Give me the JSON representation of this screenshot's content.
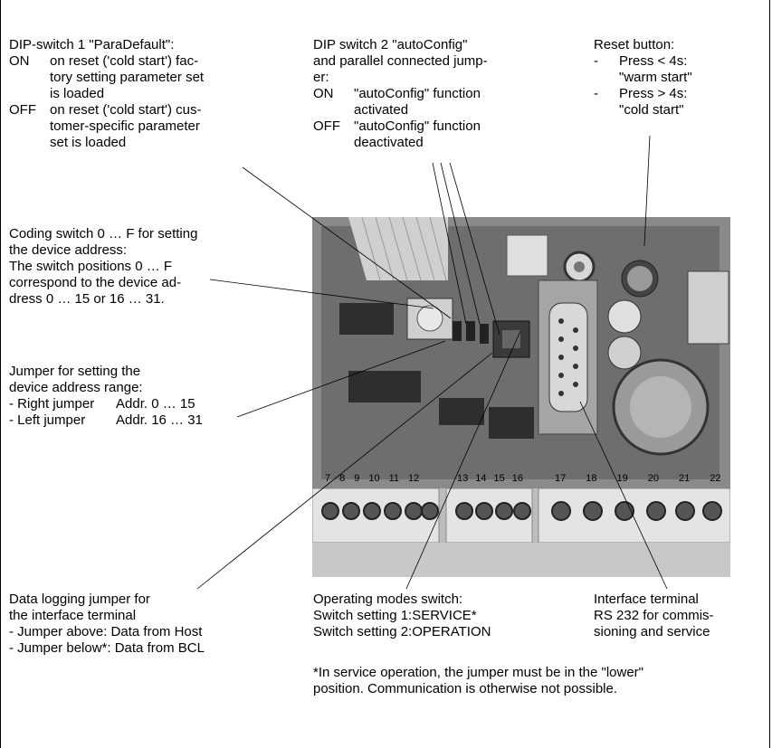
{
  "dip1": {
    "title": "DIP-switch 1 \"ParaDefault\":",
    "on_key": "ON",
    "on_lines": [
      "on reset ('cold start') fac-",
      "tory setting parameter set",
      "is loaded"
    ],
    "off_key": "OFF",
    "off_lines": [
      "on reset ('cold start') cus-",
      "tomer-specific parameter",
      "set is loaded"
    ]
  },
  "dip2": {
    "title_lines": [
      "DIP switch 2 \"autoConfig\"",
      "and parallel connected jump-",
      "er:"
    ],
    "on_key": "ON",
    "on_lines": [
      "\"autoConfig\" function",
      "activated"
    ],
    "off_key": "OFF",
    "off_lines": [
      "\"autoConfig\" function",
      "deactivated"
    ]
  },
  "reset": {
    "title": "Reset button:",
    "items": [
      {
        "dash": "-",
        "line1": "Press < 4s:",
        "line2": "\"warm start\""
      },
      {
        "dash": "-",
        "line1": "Press > 4s:",
        "line2": "\"cold start\""
      }
    ]
  },
  "coding": {
    "lines": [
      "Coding switch 0 … F for setting",
      "the device address:",
      "The switch positions 0 … F",
      "correspond to the device ad-",
      "dress 0 … 15 or 16 … 31."
    ]
  },
  "jumper_range": {
    "lines": [
      "Jumper for setting the",
      "device address range:"
    ],
    "rows": [
      {
        "name": "- Right jumper",
        "value": "Addr. 0 … 15"
      },
      {
        "name": "- Left jumper",
        "value": "Addr. 16 … 31"
      }
    ]
  },
  "data_logging": {
    "lines": [
      "Data logging jumper for",
      "the interface terminal",
      "- Jumper above: Data from Host",
      "- Jumper below*: Data from BCL"
    ]
  },
  "modes": {
    "lines": [
      "Operating modes switch:",
      "Switch setting 1:SERVICE*",
      "Switch setting 2:OPERATION"
    ]
  },
  "interface": {
    "lines": [
      "Interface terminal",
      "RS 232 for commis-",
      "sioning and service"
    ]
  },
  "footnote": {
    "lines": [
      "*In service operation, the jumper must be in the \"lower\"",
      "position. Communication is otherwise not possible."
    ]
  },
  "photo": {
    "terminal_numbers_left": [
      "7",
      "8",
      "9",
      "10",
      "11",
      "12"
    ],
    "terminal_numbers_mid": [
      "13",
      "14",
      "15",
      "16"
    ],
    "terminal_numbers_right": [
      "17",
      "18",
      "19",
      "20",
      "21",
      "22"
    ]
  }
}
